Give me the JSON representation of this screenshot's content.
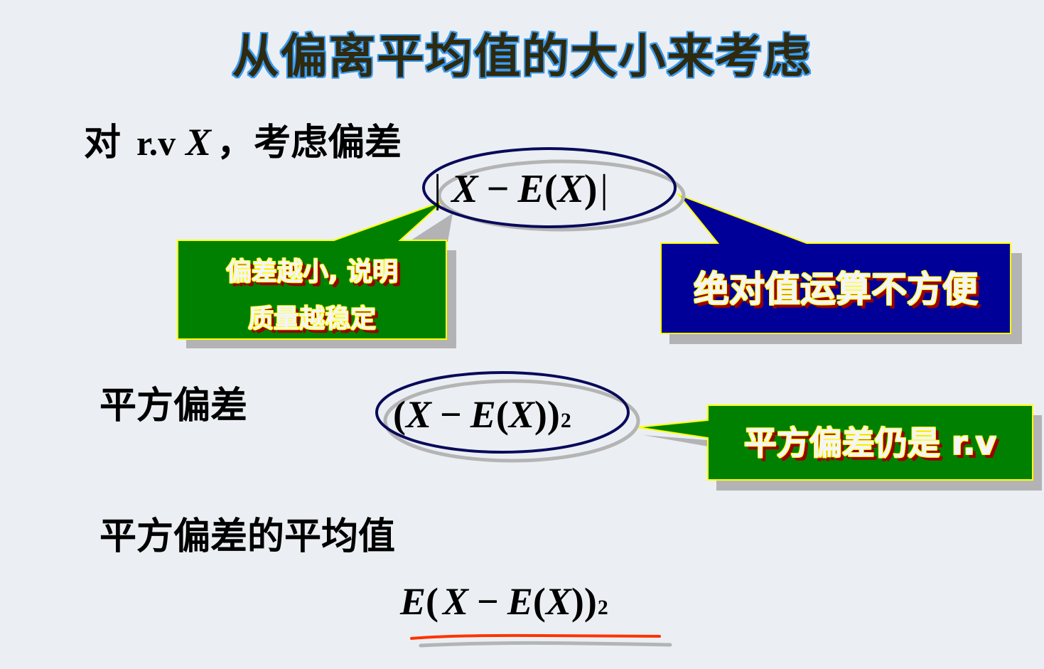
{
  "slide": {
    "title": "从偏离平均值的大小来考虑",
    "line1": {
      "prefix": "对",
      "rv": "r.v",
      "var": "X",
      "suffix": "，考虑偏差"
    },
    "abs_deviation": {
      "bar_left": "|",
      "x": "X",
      "minus": "−",
      "e": "E",
      "open": "(",
      "x2": "X",
      "close": ")",
      "bar_right": "|"
    },
    "callout_green_1": {
      "line1": "偏差越小, 说明",
      "line2": "质量越稳定",
      "fill": "#008000",
      "border": "#ffff00"
    },
    "callout_blue": {
      "text": "绝对值运算不方便",
      "fill": "#000099",
      "border": "#ffff00"
    },
    "line2": {
      "label": "平方偏差"
    },
    "square_deviation": {
      "open": "(",
      "x": "X",
      "minus": "−",
      "e": "E",
      "open2": "(",
      "x2": "X",
      "close": "))",
      "exp": "2"
    },
    "callout_green_2": {
      "text": "平方偏差仍是 r.v",
      "fill": "#008000",
      "border": "#ffff00"
    },
    "line3": {
      "label": "平方偏差的平均值"
    },
    "mean_square_deviation": {
      "e": "E",
      "open": "(",
      "x": "X",
      "minus": "−",
      "e2": "E",
      "open2": "(",
      "x2": "X",
      "close": "))",
      "exp": "2"
    },
    "colors": {
      "background": "#ebeff3",
      "title_outline": "#3a9bf0",
      "ellipse": "#0a0a5a",
      "ellipse_shadow": "#b4b4b4",
      "underline": "#ff3300",
      "text_shadow_red": "#9a0000"
    }
  }
}
